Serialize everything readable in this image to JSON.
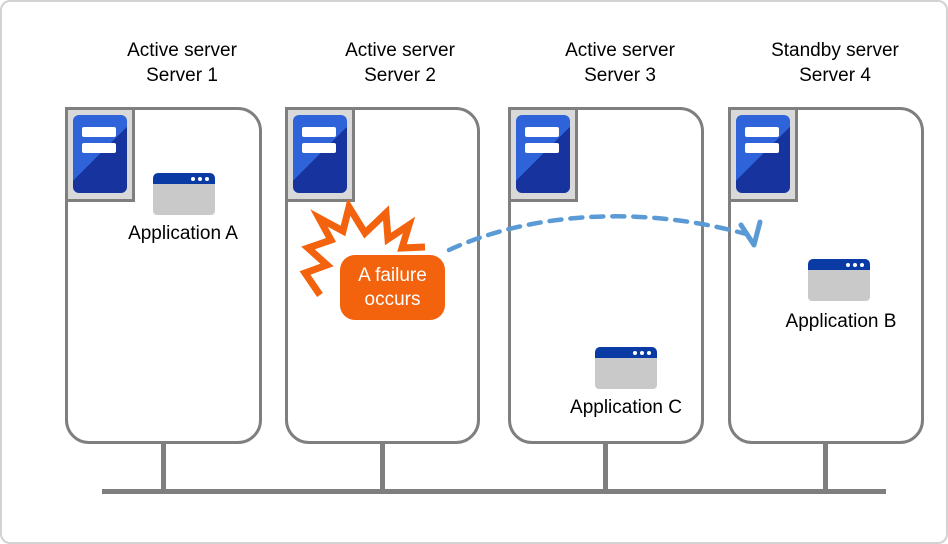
{
  "diagram": {
    "servers": [
      {
        "role": "Active server",
        "name": "Server 1",
        "app_label": "Application A"
      },
      {
        "role": "Active server",
        "name": "Server 2"
      },
      {
        "role": "Active server",
        "name": "Server 3",
        "app_label": "Application C"
      },
      {
        "role": "Standby server",
        "name": "Server 4",
        "app_label": "Application B"
      }
    ],
    "failure_callout": {
      "line1": "A failure",
      "line2": "occurs"
    },
    "icons": {
      "server": "server-tower-icon",
      "application": "app-window-icon",
      "burst": "failure-burst-icon",
      "failover": "failover-arrow-icon"
    },
    "colors": {
      "accent_orange": "#f3620c",
      "arrow_blue": "#5b9bd5",
      "server_blue_light": "#2f63d9",
      "server_blue_dark": "#16339e",
      "outline_gray": "#7f7f7f",
      "panel_gray": "#d9d9d9",
      "window_bar_blue": "#0a3aa3",
      "window_body_gray": "#c9c9ca"
    }
  }
}
